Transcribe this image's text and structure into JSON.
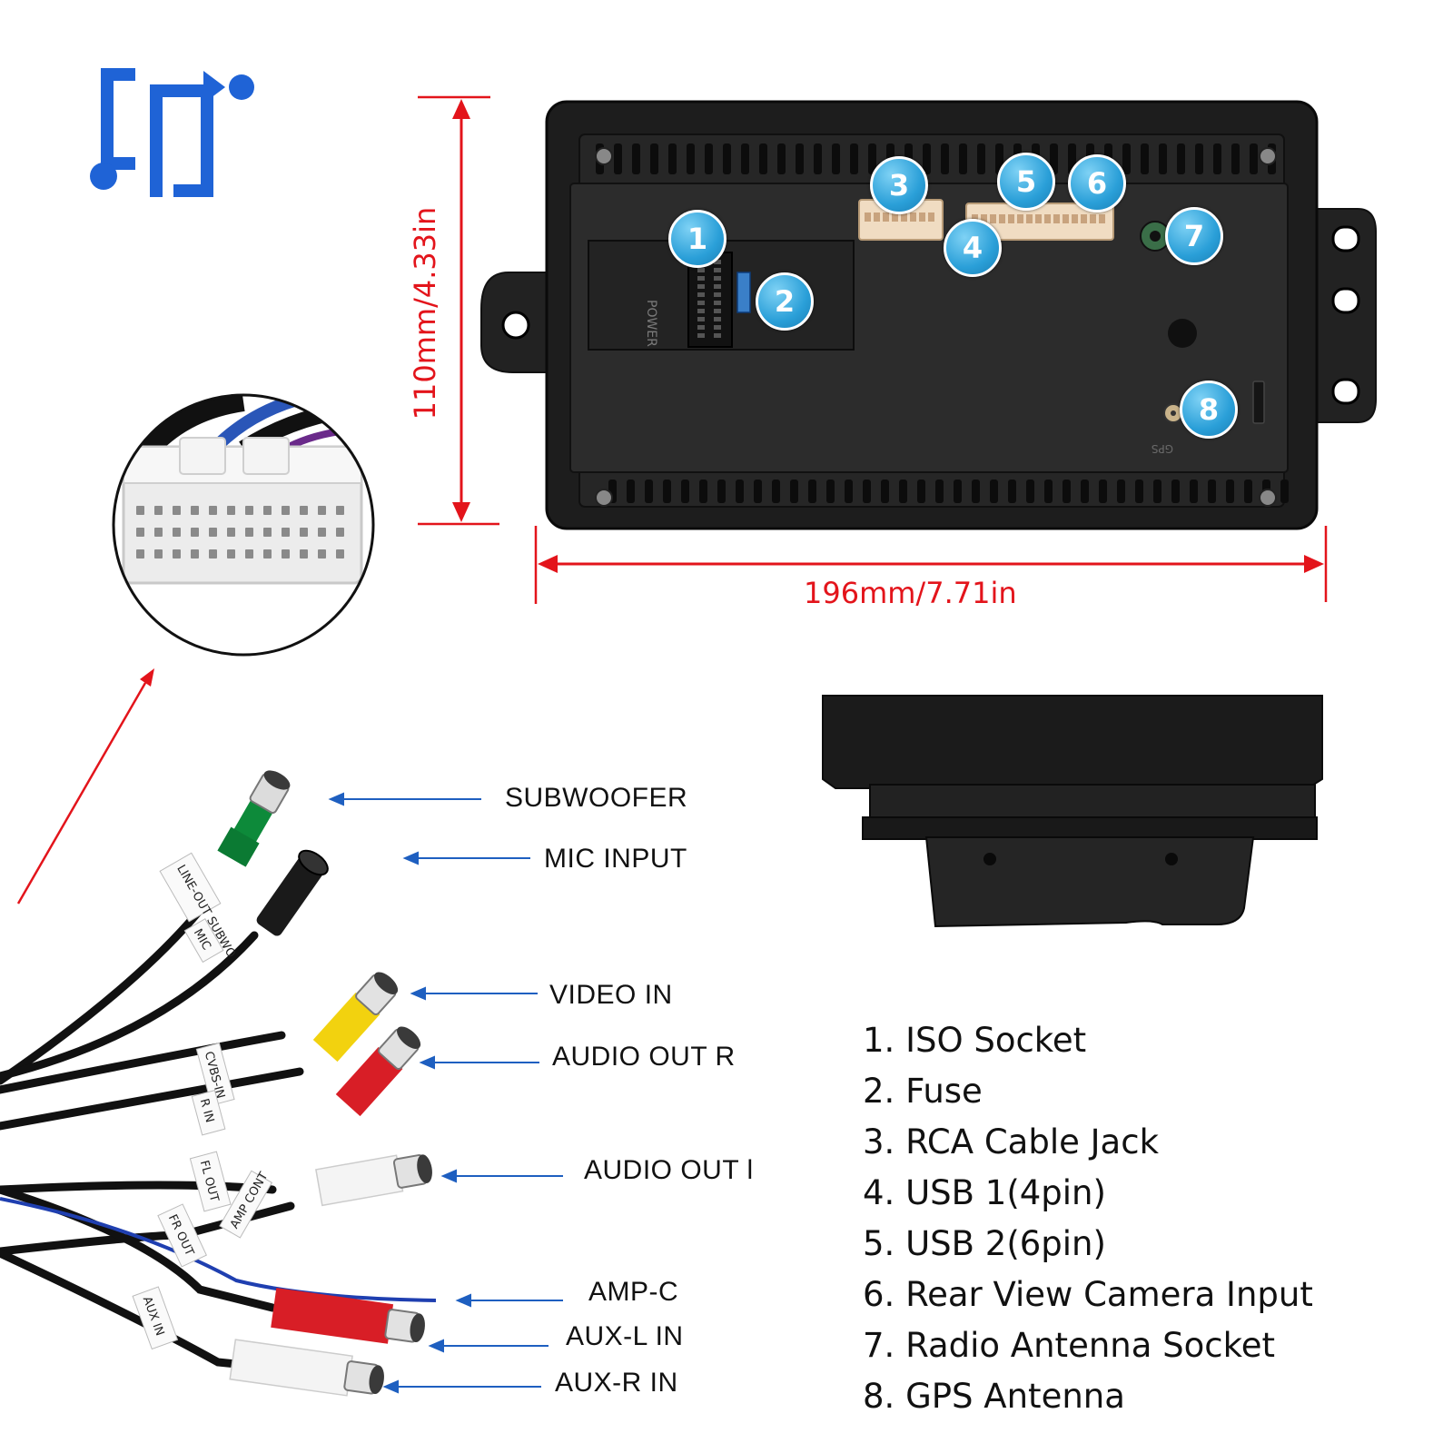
{
  "dimensions": {
    "height_label": "110mm/4.33in",
    "width_label": "196mm/7.71in"
  },
  "colors": {
    "dimension_red": "#e3141b",
    "arrow_blue": "#1e5fc0",
    "logo_blue": "#1f63d6",
    "badge_blue": "#2a9fd8",
    "unit_body": "#1d1d1d"
  },
  "callouts": [
    "1",
    "2",
    "3",
    "4",
    "5",
    "6",
    "7",
    "8"
  ],
  "panel_printing": {
    "power_mark": "POWER",
    "gps_mark": "GPS"
  },
  "cable_ports": [
    "SUBWOOFER",
    "MIC INPUT",
    "VIDEO IN",
    "AUDIO OUT R",
    "AUDIO OUT l",
    "AMP-C",
    "AUX-L IN",
    "AUX-R IN"
  ],
  "cable_tags": [
    "LINE-OUT SUBWO",
    "MIC",
    "CVBS-IN",
    "R IN",
    "FL OUT",
    "AMP CONT",
    "FR OUT",
    "AUX IN"
  ],
  "legend": [
    "1. ISO Socket",
    "2. Fuse",
    "3. RCA Cable Jack",
    "4. USB 1(4pin)",
    "5. USB 2(6pin)",
    "6. Rear View Camera Input",
    "7. Radio Antenna Socket",
    "8. GPS Antenna"
  ]
}
